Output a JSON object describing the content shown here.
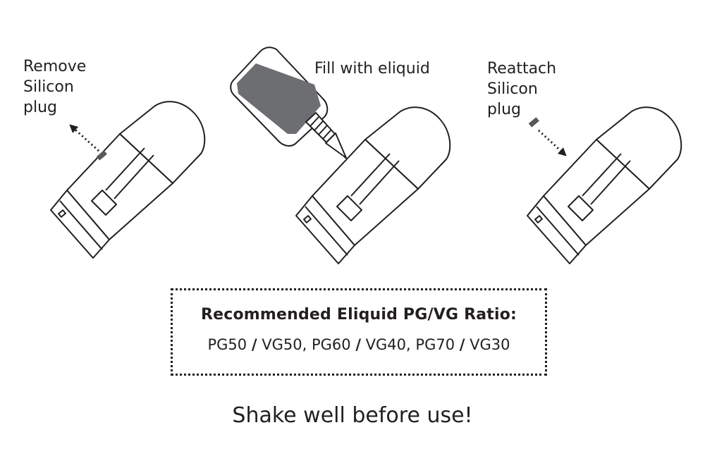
{
  "steps": [
    {
      "label_lines": [
        "Remove",
        "Silicon",
        "plug"
      ]
    },
    {
      "label_lines": [
        "Fill with eliquid"
      ]
    },
    {
      "label_lines": [
        "Reattach",
        "Silicon",
        "plug"
      ]
    }
  ],
  "ratio_box": {
    "title": "Recommended Eliquid PG/VG Ratio:",
    "values": [
      "PG50",
      "VG50",
      "PG60",
      "VG40",
      "PG70",
      "VG30"
    ]
  },
  "footer": "Shake well before use!",
  "colors": {
    "line": "#231f20",
    "bottle_fill": "#6d6e71",
    "plug": "#58595b"
  }
}
